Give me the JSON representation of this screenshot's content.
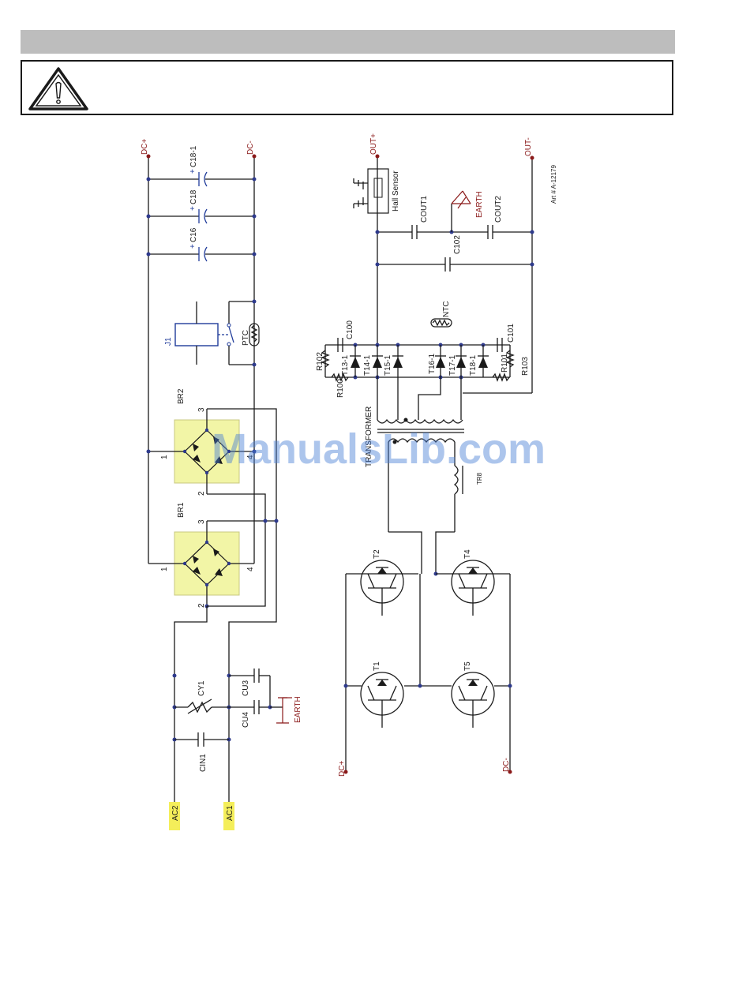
{
  "art_number": "Art # A-12179",
  "watermark": "ManualsLib.com",
  "nodes": {
    "dc_plus_top": "DC+",
    "dc_minus_top": "DC-",
    "out_plus": "OUT+",
    "out_minus": "OUT-",
    "dc_plus_bottom": "DC+",
    "dc_minus_bottom": "DC-",
    "ac1": "AC1",
    "ac2": "AC2"
  },
  "components": {
    "c18_1": "C18-1",
    "c18": "C18",
    "c16": "C16",
    "j1": "J1",
    "ptc": "PTC",
    "br2": "BR2",
    "br1": "BR1",
    "cy1": "CY1",
    "cu3": "CU3",
    "cu4": "CU4",
    "cin1": "CIN1",
    "earth_left": "EARTH",
    "hall_sensor": "Hall Sensor",
    "cout1": "COUT1",
    "cout2": "COUT2",
    "earth_right": "EARTH",
    "c102": "C102",
    "ntc": "NTC",
    "c100": "C100",
    "c101": "C101",
    "r102": "R102",
    "r100": "R100",
    "r101": "R101",
    "r103": "R103",
    "t13_1": "T13-1",
    "t14_1": "T14-1",
    "t15_1": "T15-1",
    "t16_1": "T16-1",
    "t17_1": "T17-1",
    "t18_1": "T18-1",
    "transformer": "TRANSFORMER",
    "tr8": "TR8",
    "t1": "T1",
    "t2": "T2",
    "t4": "T4",
    "t5": "T5"
  },
  "pins": {
    "br2_pin1": "1",
    "br2_pin2": "2",
    "br2_pin3": "3",
    "br2_pin4": "4",
    "br1_pin1": "1",
    "br1_pin2": "2",
    "br1_pin3": "3",
    "br1_pin4": "4"
  },
  "polarity": {
    "plus": "+"
  },
  "colors": {
    "wire": "#1a1a1a",
    "node_dot": "#2e3a8c",
    "label_red": "#8b1a1a",
    "bridge_fill": "#f2f5a6",
    "ac_tag": "#f4ee5a",
    "header_bar": "#bdbdbd"
  }
}
